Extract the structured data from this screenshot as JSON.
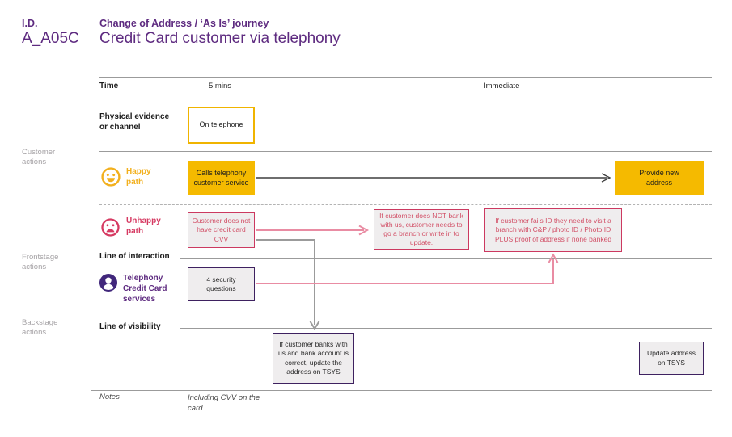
{
  "header": {
    "id_label": "I.D.",
    "id_value": "A_A05C",
    "subtitle": "Change of Address / ‘As Is’ journey",
    "title": "Credit Card customer via telephony"
  },
  "side_labels": {
    "customer": "Customer actions",
    "frontstage": "Frontstage actions",
    "backstage": "Backstage actions"
  },
  "rows": {
    "time": "Time",
    "physical": "Physical evidence or channel",
    "happy": "Happy path",
    "unhappy": "Unhappy path",
    "interaction": "Line of interaction",
    "telephony": "Telephony Credit Card services",
    "visibility": "Line of visibility",
    "notes": "Notes"
  },
  "columns": {
    "col1": "5 mins",
    "col2": "Immediate"
  },
  "boxes": {
    "on_telephone": "On telephone",
    "calls_telephony": "Calls telephony customer service",
    "provide_address": "Provide new address",
    "no_cvv": "Customer does not have credit card CVV",
    "not_bank": "If customer does NOT bank with us, customer needs to go a branch or write in to update.",
    "fails_id": "If customer fails ID they need to visit a branch with C&P / photo ID / Photo ID PLUS proof of address if none banked",
    "security_questions": "4 security questions",
    "banks_with_us": "If customer banks with us and bank account is correct, update the address on TSYS",
    "update_tsys": "Update address on TSYS"
  },
  "notes": {
    "text": "Including CVV on the card."
  },
  "colors": {
    "purple": "#5E2B80",
    "dark_purple": "#3E2160",
    "yellow": "#F5BA00",
    "crimson": "#D63A62",
    "pink_connector": "#E98CA3",
    "grid_gray": "#9b9b9b"
  }
}
